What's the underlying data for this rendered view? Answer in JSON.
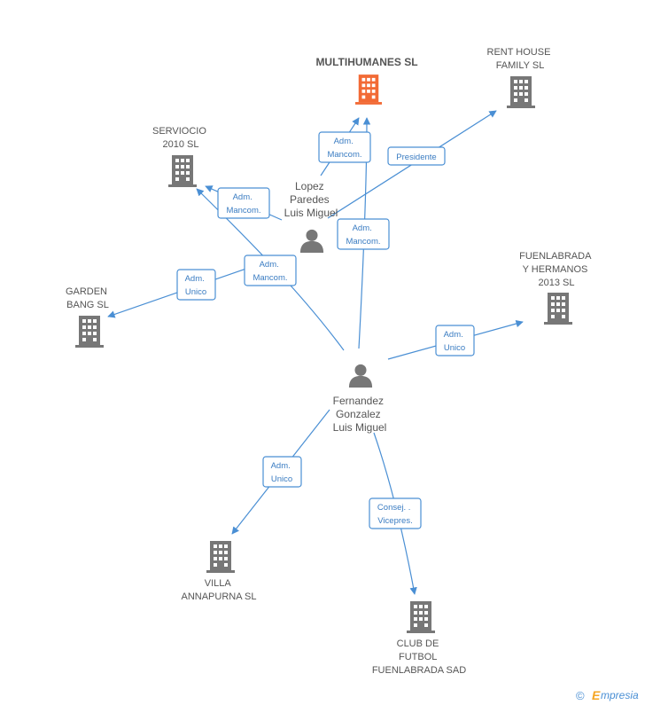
{
  "companies": {
    "multihumanes": {
      "label": [
        "MULTIHUMANES SL"
      ],
      "color": "#f26a35"
    },
    "rent_house": {
      "label": [
        "RENT HOUSE",
        "FAMILY SL"
      ],
      "color": "#777777"
    },
    "serviocio": {
      "label": [
        "SERVIOCIO",
        "2010 SL"
      ],
      "color": "#777777"
    },
    "garden_bang": {
      "label": [
        "GARDEN",
        "BANG SL"
      ],
      "color": "#777777"
    },
    "fuenlabrada_hermanos": {
      "label": [
        "FUENLABRADA",
        "Y HERMANOS",
        "2013  SL"
      ],
      "color": "#777777"
    },
    "villa_annapurna": {
      "label": [
        "VILLA",
        "ANNAPURNA  SL"
      ],
      "color": "#777777"
    },
    "club_futbol": {
      "label": [
        "CLUB DE",
        "FUTBOL",
        "FUENLABRADA SAD"
      ],
      "color": "#777777"
    }
  },
  "persons": {
    "lopez": {
      "label": [
        "Lopez",
        "Paredes",
        "Luis Miguel"
      ],
      "color": "#777777"
    },
    "fernandez": {
      "label": [
        "Fernandez",
        "Gonzalez",
        "Luis Miguel"
      ],
      "color": "#777777"
    }
  },
  "relations": {
    "lopez_multihumanes": [
      "Adm.",
      "Mancom."
    ],
    "lopez_rent_house": [
      "Presidente"
    ],
    "lopez_serviocio": [
      "Adm.",
      "Mancom."
    ],
    "fernandez_multihumanes": [
      "Adm.",
      "Mancom."
    ],
    "fernandez_serviocio": [
      "Adm.",
      "Mancom."
    ],
    "fernandez_garden": [
      "Adm.",
      "Unico"
    ],
    "fernandez_fuenlabrada_hermanos": [
      "Adm.",
      "Unico"
    ],
    "fernandez_villa": [
      "Adm.",
      "Unico"
    ],
    "fernandez_club": [
      "Consej. .",
      "Vicepres."
    ]
  },
  "footer": {
    "copyright": "©",
    "brand_initial": "E",
    "brand_rest": "mpresia"
  },
  "colors": {
    "edge": "#4a8fd4",
    "main_company": "#f26a35",
    "company": "#777777",
    "person": "#777777"
  }
}
